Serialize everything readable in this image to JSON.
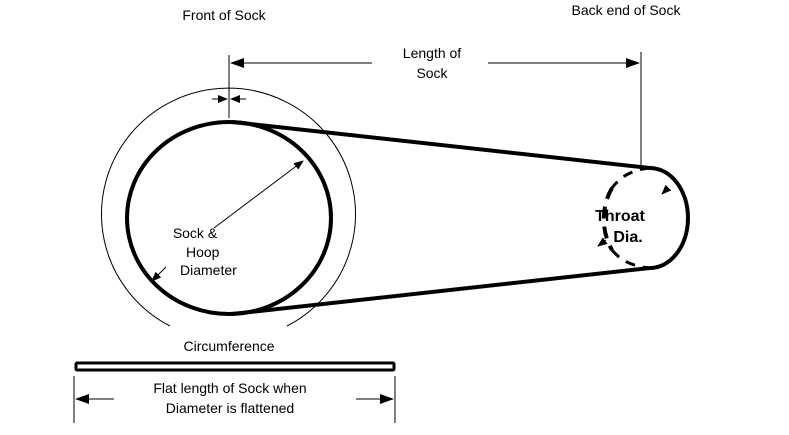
{
  "labels": {
    "front": "Front of Sock",
    "back": "Back end of Sock",
    "length_line1": "Length of",
    "length_line2": "Sock",
    "diameter_line1": "Sock &",
    "diameter_line2": "Hoop",
    "diameter_line3": "Diameter",
    "throat_line1": "Throat",
    "throat_line2": "Dia.",
    "circumference": "Circumference",
    "flat_line1": "Flat length of Sock when",
    "flat_line2": "Diameter is  flattened"
  },
  "colors": {
    "stroke": "#000000",
    "background": "#ffffff"
  }
}
